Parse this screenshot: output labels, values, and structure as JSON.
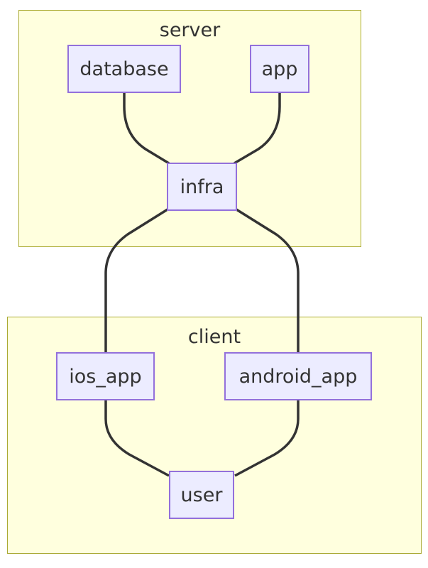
{
  "clusters": {
    "server": {
      "title": "server"
    },
    "client": {
      "title": "client"
    }
  },
  "nodes": {
    "database": "database",
    "app": "app",
    "infra": "infra",
    "ios_app": "ios_app",
    "android_app": "android_app",
    "user": "user"
  },
  "edges": [
    {
      "from": "database",
      "to": "infra"
    },
    {
      "from": "app",
      "to": "infra"
    },
    {
      "from": "infra",
      "to": "ios_app"
    },
    {
      "from": "infra",
      "to": "android_app"
    },
    {
      "from": "ios_app",
      "to": "user"
    },
    {
      "from": "android_app",
      "to": "user"
    }
  ],
  "colors": {
    "cluster_fill": "#ffffde",
    "cluster_border": "#aaaa33",
    "node_fill": "#ececff",
    "node_border": "#9370db",
    "edge": "#333333",
    "text": "#333333"
  }
}
